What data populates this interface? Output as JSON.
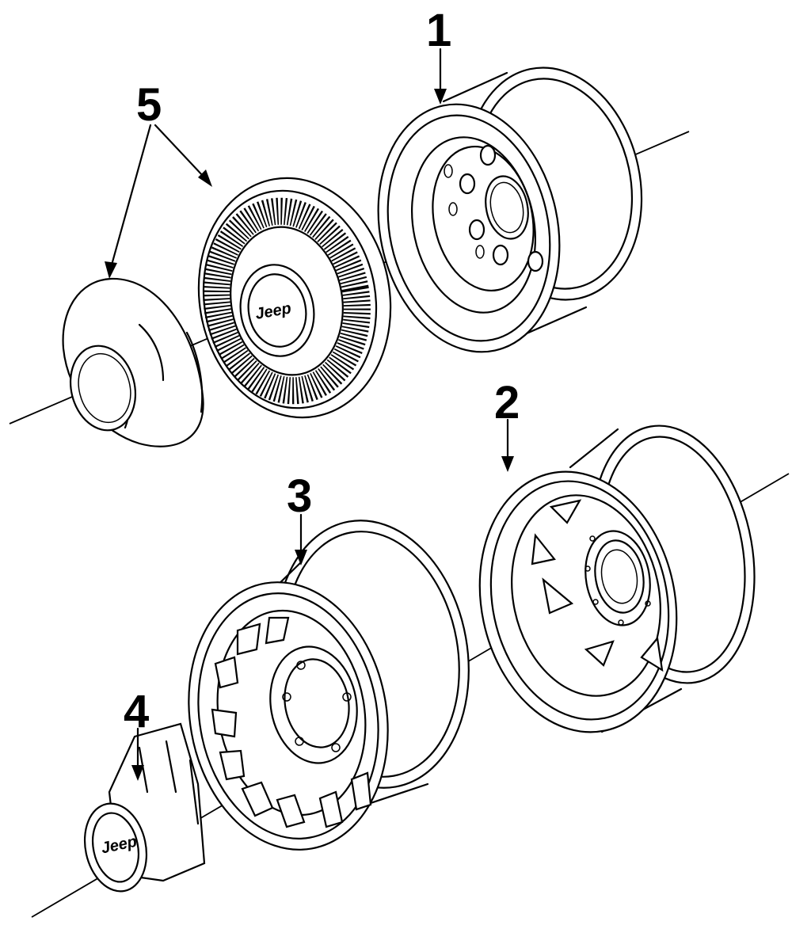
{
  "callouts": [
    {
      "id": "callout-1",
      "label": "1"
    },
    {
      "id": "callout-2",
      "label": "2"
    },
    {
      "id": "callout-3",
      "label": "3"
    },
    {
      "id": "callout-4",
      "label": "4"
    },
    {
      "id": "callout-5",
      "label": "5"
    }
  ],
  "parts": {
    "wheel_steel": {
      "callout": "1",
      "icon": "steel-wheel-icon"
    },
    "wheel_styled": {
      "callout": "2",
      "icon": "styled-wheel-icon"
    },
    "wheel_aluminum": {
      "callout": "3",
      "icon": "aluminum-wheel-icon"
    },
    "center_cap": {
      "callout": "4",
      "icon": "center-cap-icon",
      "emblem": "Jeep"
    },
    "wheel_covers": {
      "callout": "5",
      "icon": "wheel-cover-icon",
      "emblem": "Jeep"
    }
  }
}
